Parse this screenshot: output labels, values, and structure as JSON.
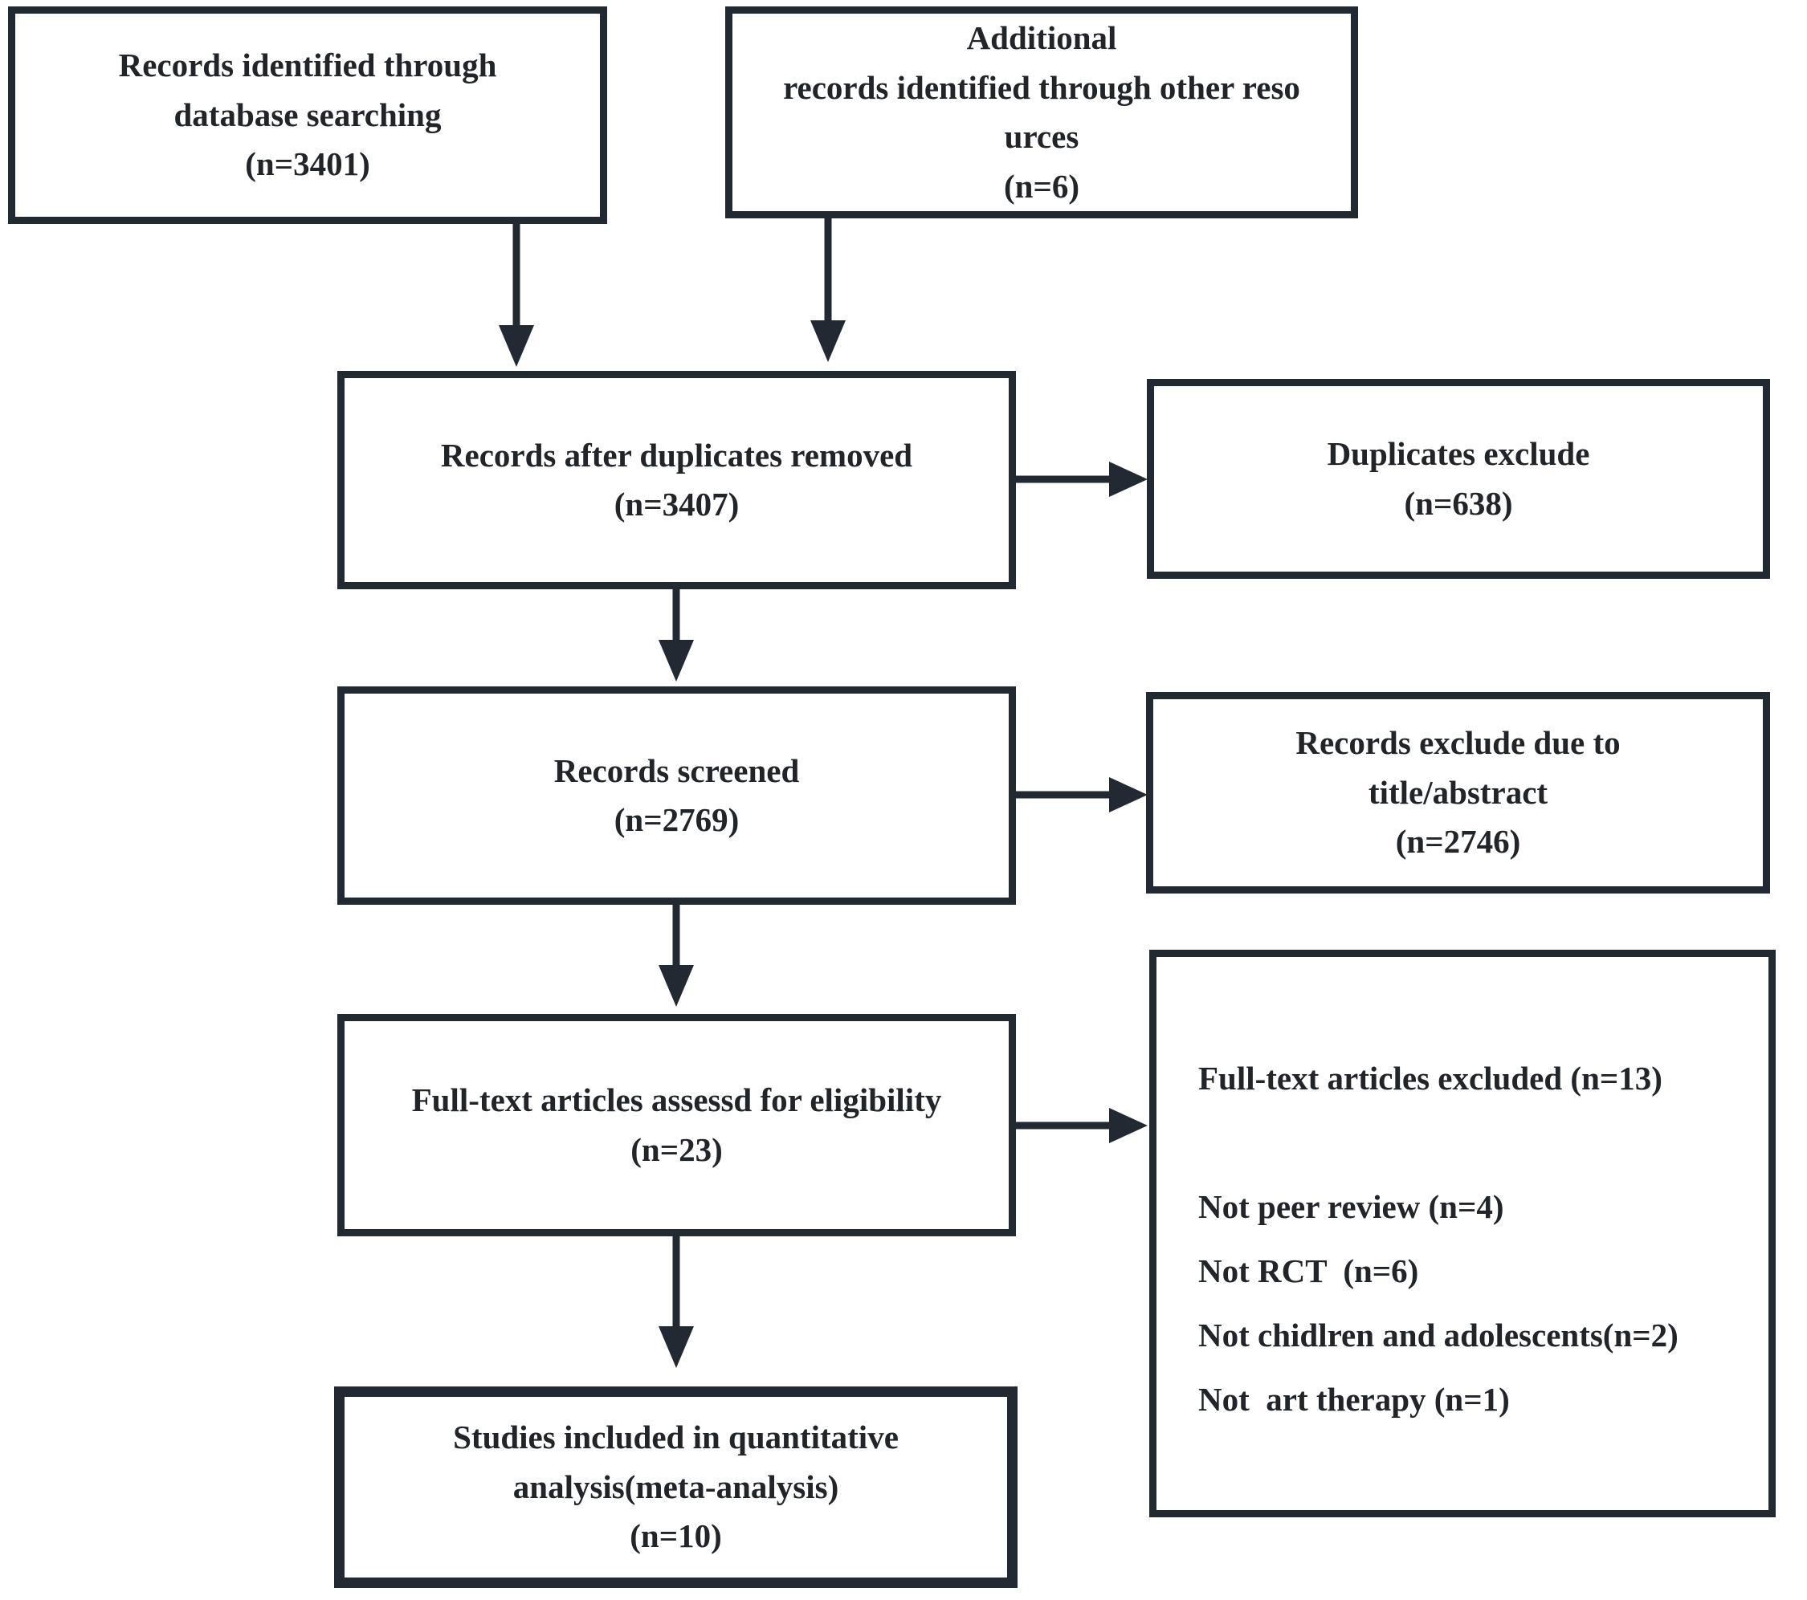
{
  "colors": {
    "line": "#232933",
    "text": "#212529",
    "background": "#ffffff"
  },
  "flowchart": {
    "identification_database": {
      "text": "Records identified through\ndatabase searching\n(n=3401)"
    },
    "identification_other": {
      "text": "Additional\nrecords identified through other reso\nurces\n(n=6)"
    },
    "after_duplicates": {
      "text": "Records after duplicates removed\n(n=3407)"
    },
    "duplicates_excluded": {
      "text": "Duplicates exclude\n(n=638)"
    },
    "records_screened": {
      "text": "Records screened\n(n=2769)"
    },
    "screened_excluded": {
      "text": "Records exclude due to\ntitle/abstract\n(n=2746)"
    },
    "fulltext_assessed": {
      "text": "Full-text articles assessd for eligibility\n(n=23)"
    },
    "fulltext_excluded": {
      "text": "Full-text articles excluded (n=13)\n\nNot peer review (n=4)\nNot RCT  (n=6)\nNot chidlren and adolescents(n=2)\nNot  art therapy (n=1)"
    },
    "included_quantitative": {
      "text": "Studies included in quantitative\nanalysis(meta-analysis)\n(n=10)"
    }
  }
}
